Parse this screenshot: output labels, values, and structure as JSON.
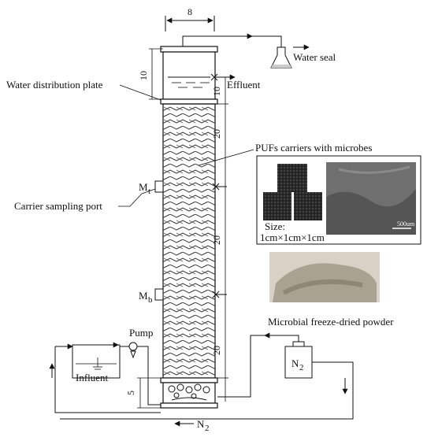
{
  "labels": {
    "width_dim": "8",
    "water_seal": "Water seal",
    "water_distribution_plate": "Water distribution plate",
    "effluent": "Effluent",
    "puf_carriers": "PUFs carriers with microbes",
    "carrier_sampling_port": "Carrier sampling port",
    "port_top": "M",
    "port_top_sub": "t",
    "port_bottom": "M",
    "port_bottom_sub": "b",
    "size_label": "Size:",
    "size_value": "1cm×1cm×1cm",
    "scale_bar": "500um",
    "freeze_dried": "Microbial freeze-dried powder",
    "pump": "Pump",
    "influent": "Influent",
    "n2_bottle": "N",
    "n2_bottle_sub": "2",
    "n2_line": "N",
    "n2_line_sub": "2"
  },
  "dimensions": {
    "top_section": "10",
    "seg1": "20",
    "seg2": "20",
    "seg3": "20",
    "bottom_section": "5"
  }
}
